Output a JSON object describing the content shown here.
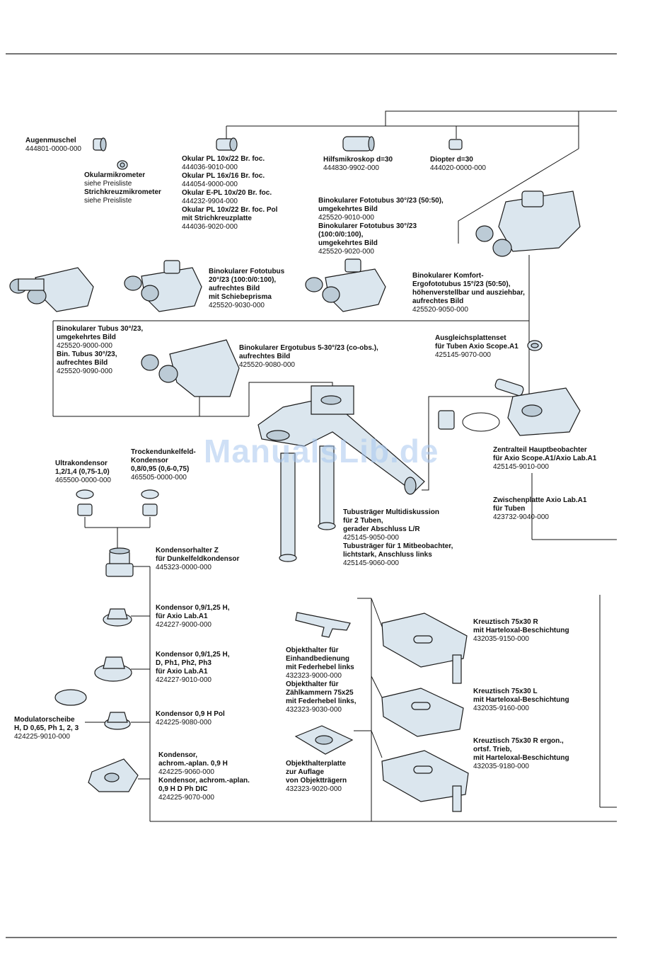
{
  "watermark": "ManualsLib.de",
  "labels": {
    "augenmuschel": [
      {
        "t": "Augenmuschel"
      },
      {
        "n": "444801-0000-000"
      }
    ],
    "okularmikrometer": [
      {
        "t": "Okularmikrometer"
      },
      {
        "n": "siehe Preisliste"
      },
      {
        "t": "Strichkreuzmikrometer"
      },
      {
        "n": "siehe Preisliste"
      }
    ],
    "okular": [
      {
        "t": "Okular PL 10x/22 Br. foc."
      },
      {
        "n": "444036-9010-000"
      },
      {
        "t": "Okular PL 16x/16 Br. foc."
      },
      {
        "n": "444054-9000-000"
      },
      {
        "t": "Okular E-PL 10x/20 Br. foc."
      },
      {
        "n": "444232-9904-000"
      },
      {
        "t": "Okular PL 10x/22 Br. foc. Pol"
      },
      {
        "t": "mit Strichkreuzplatte"
      },
      {
        "n": "444036-9020-000"
      }
    ],
    "hilfsmikroskop": [
      {
        "t": "Hilfsmikroskop d=30"
      },
      {
        "n": "444830-9902-000"
      }
    ],
    "diopter": [
      {
        "t": "Diopter d=30"
      },
      {
        "n": "444020-0000-000"
      }
    ],
    "fototubus_umgekehrt": [
      {
        "t": "Binokularer Fototubus 30°/23 (50:50),"
      },
      {
        "t": "umgekehrtes Bild"
      },
      {
        "n": "425520-9010-000"
      },
      {
        "t": "Binokularer Fototubus 30°/23"
      },
      {
        "t": "(100:0/0:100),"
      },
      {
        "t": "umgekehrtes Bild"
      },
      {
        "n": "425520-9020-000"
      }
    ],
    "fototubus_20": [
      {
        "t": "Binokularer Fototubus"
      },
      {
        "t": "20°/23 (100:0/0:100),"
      },
      {
        "t": "aufrechtes Bild"
      },
      {
        "t": "mit Schiebeprisma"
      },
      {
        "n": "425520-9030-000"
      }
    ],
    "komfort": [
      {
        "t": "Binokularer Komfort-"
      },
      {
        "t": "Ergofototubus 15°/23 (50:50),"
      },
      {
        "t": "höhenverstellbar und ausziehbar,"
      },
      {
        "t": "aufrechtes Bild"
      },
      {
        "n": "425520-9050-000"
      }
    ],
    "tubus30": [
      {
        "t": "Binokularer Tubus 30°/23,"
      },
      {
        "t": "umgekehrtes Bild"
      },
      {
        "n": "425520-9000-000"
      },
      {
        "t": "Bin. Tubus 30°/23,"
      },
      {
        "t": "aufrechtes Bild"
      },
      {
        "n": "425520-9090-000"
      }
    ],
    "ergotubus": [
      {
        "t": "Binokularer Ergotubus 5-30°/23 (co-obs.),"
      },
      {
        "t": "aufrechtes Bild"
      },
      {
        "n": "425520-9080-000"
      }
    ],
    "ausgleich": [
      {
        "t": "Ausgleichsplattenset"
      },
      {
        "t": "für Tuben Axio Scope.A1"
      },
      {
        "n": "425145-9070-000"
      }
    ],
    "zentralteil": [
      {
        "t": "Zentralteil Hauptbeobachter"
      },
      {
        "t": "für Axio Scope.A1/Axio Lab.A1"
      },
      {
        "n": "425145-9010-000"
      }
    ],
    "zwischenplatte": [
      {
        "t": "Zwischenplatte Axio Lab.A1"
      },
      {
        "t": "für Tuben"
      },
      {
        "n": "423732-9040-000"
      }
    ],
    "ultrakondensor": [
      {
        "t": "Ultrakondensor"
      },
      {
        "t": "1,2/1,4 (0,75-1,0)"
      },
      {
        "n": "465500-0000-000"
      }
    ],
    "trocken": [
      {
        "t": "Trockendunkelfeld-"
      },
      {
        "t": "Kondensor"
      },
      {
        "t": "0,8/0,95 (0,6-0,75)"
      },
      {
        "n": "465505-0000-000"
      }
    ],
    "tubustraeger": [
      {
        "t": "Tubusträger Multidiskussion"
      },
      {
        "t": "für 2 Tuben,"
      },
      {
        "t": "gerader Abschluss L/R"
      },
      {
        "n": "425145-9050-000"
      },
      {
        "t": "Tubusträger für 1 Mitbeobachter,"
      },
      {
        "t": "lichtstark, Anschluss links"
      },
      {
        "n": "425145-9060-000"
      }
    ],
    "kondensorhalter": [
      {
        "t": "Kondensorhalter Z"
      },
      {
        "t": "für Dunkelfeldkondensor"
      },
      {
        "n": "445323-0000-000"
      }
    ],
    "kond1": [
      {
        "t": "Kondensor 0,9/1,25 H,"
      },
      {
        "t": "für Axio Lab.A1"
      },
      {
        "n": "424227-9000-000"
      }
    ],
    "kond2": [
      {
        "t": "Kondensor 0,9/1,25 H,"
      },
      {
        "t": "D, Ph1, Ph2, Ph3"
      },
      {
        "t": "für Axio Lab.A1"
      },
      {
        "n": "424227-9010-000"
      }
    ],
    "kond3": [
      {
        "t": "Kondensor 0,9 H Pol"
      },
      {
        "n": "424225-9080-000"
      }
    ],
    "kond4": [
      {
        "t": "Kondensor,"
      },
      {
        "t": "achrom.-aplan. 0,9 H"
      },
      {
        "n": "424225-9060-000"
      },
      {
        "t": "Kondensor, achrom.-aplan."
      },
      {
        "t": "0,9 H D Ph DIC"
      },
      {
        "n": "424225-9070-000"
      }
    ],
    "modulator": [
      {
        "t": "Modulatorscheibe"
      },
      {
        "t": "H, D 0,65, Ph 1, 2, 3"
      },
      {
        "n": "424225-9010-000"
      }
    ],
    "objekthalter": [
      {
        "t": "Objekthalter für"
      },
      {
        "t": "Einhandbedienung"
      },
      {
        "t": "mit Federhebel links"
      },
      {
        "n": "432323-9000-000"
      },
      {
        "t": "Objekthalter für"
      },
      {
        "t": "Zählkammern 75x25"
      },
      {
        "t": "mit Federhebel links,"
      },
      {
        "n": "432323-9030-000"
      }
    ],
    "objekthalterplatte": [
      {
        "t": "Objekthalterplatte"
      },
      {
        "t": "zur Auflage"
      },
      {
        "t": "von Objektträgern"
      },
      {
        "n": "432323-9020-000"
      }
    ],
    "kreuz1": [
      {
        "t": "Kreuztisch 75x30 R"
      },
      {
        "t": "mit Harteloxal-Beschichtung"
      },
      {
        "n": "432035-9150-000"
      }
    ],
    "kreuz2": [
      {
        "t": "Kreuztisch 75x30 L"
      },
      {
        "t": "mit Harteloxal-Beschichtung"
      },
      {
        "n": "432035-9160-000"
      }
    ],
    "kreuz3": [
      {
        "t": "Kreuztisch 75x30 R ergon.,"
      },
      {
        "t": "ortsf. Trieb,"
      },
      {
        "t": "mit Harteloxal-Beschichtung"
      },
      {
        "n": "432035-9180-000"
      }
    ]
  }
}
